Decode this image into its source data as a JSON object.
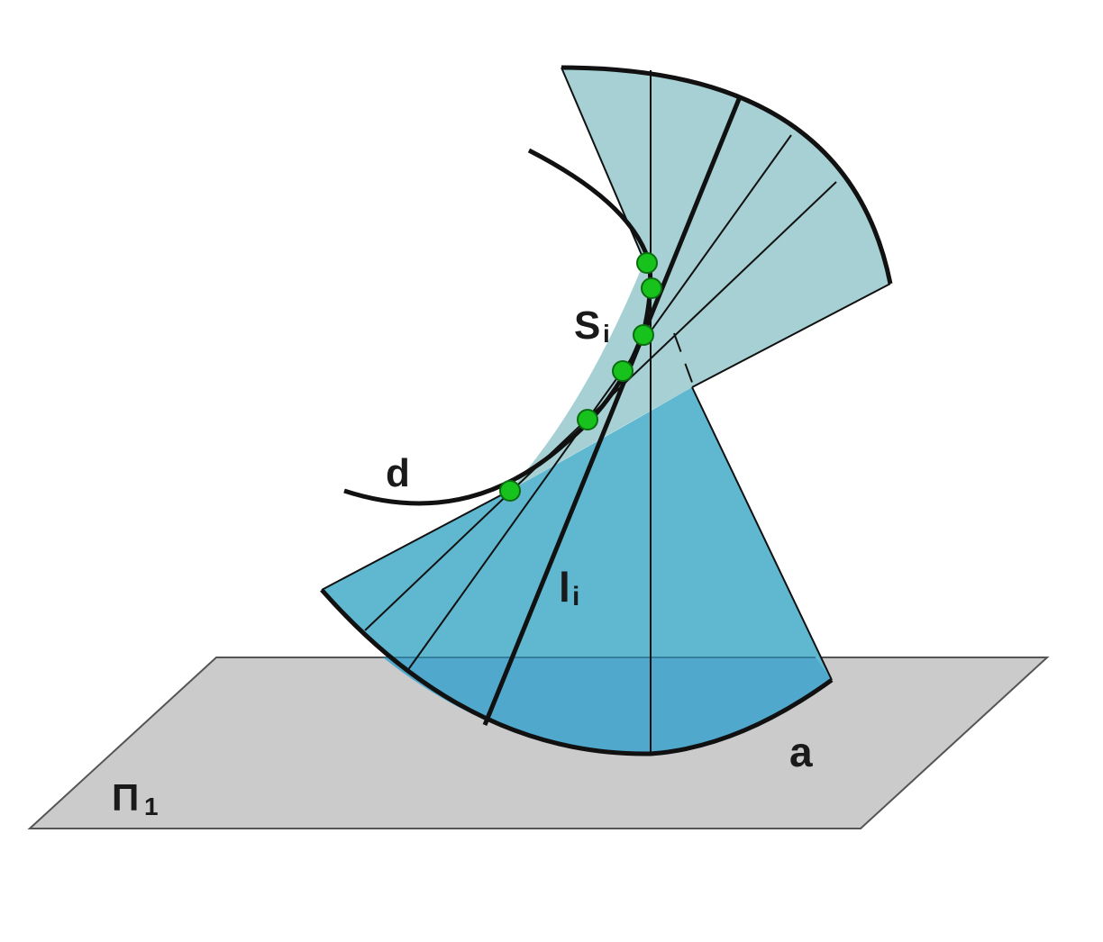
{
  "labels": {
    "plane": {
      "main": "Π",
      "sub": "1"
    },
    "curve_d": "d",
    "curve_a": "a",
    "point_s": {
      "main": "S",
      "sub": "i"
    },
    "line_l": {
      "main": "l",
      "sub": "i"
    }
  },
  "colors": {
    "plane_fill": "#cbcbcb",
    "upper_cone_fill": "#a6d0d3",
    "lower_cone_fill": "#5fb8d0",
    "below_plane_fill": "#50a8cc",
    "stroke": "#111111",
    "tangent_point_fill": "#17c21d",
    "tangent_point_stroke": "#0b6e10"
  }
}
